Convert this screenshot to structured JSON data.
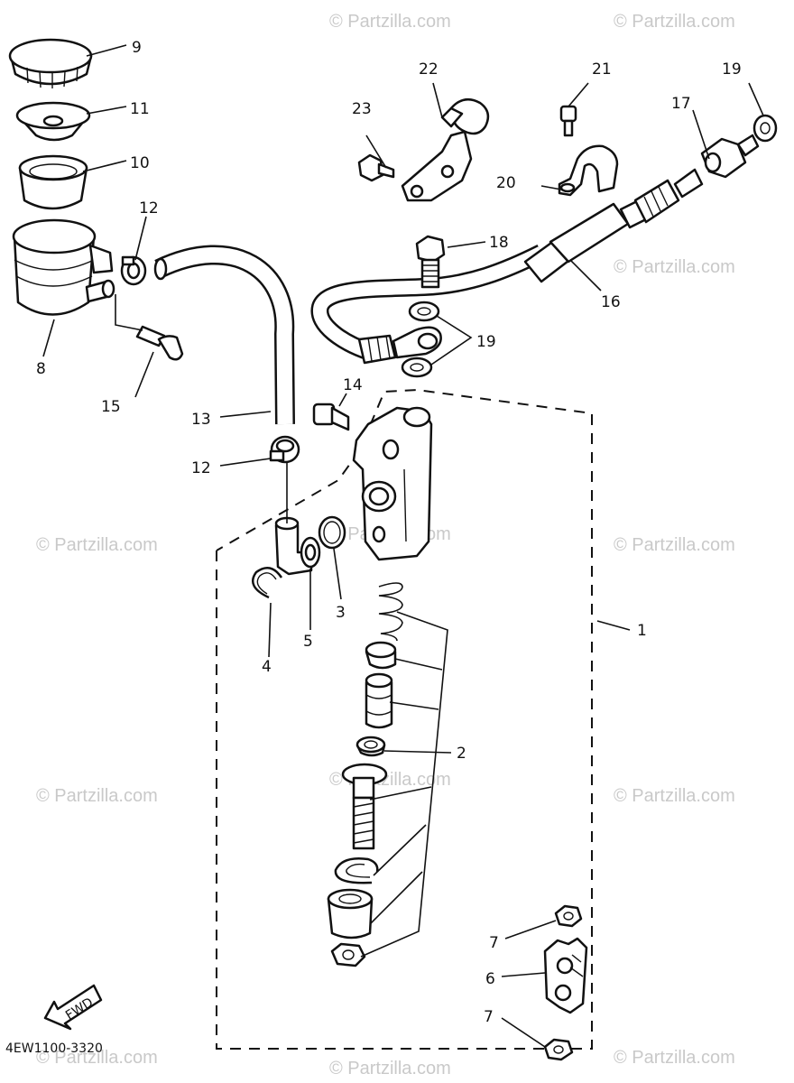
{
  "diagram_code": "4EW1100-3320",
  "fwd_label": "FWD",
  "watermark": "© Partzilla.com",
  "callouts": {
    "c1": "1",
    "c2": "2",
    "c3": "3",
    "c4": "4",
    "c5": "5",
    "c6": "6",
    "c7a": "7",
    "c7b": "7",
    "c8": "8",
    "c9": "9",
    "c10": "10",
    "c11": "11",
    "c12a": "12",
    "c12b": "12",
    "c13": "13",
    "c14": "14",
    "c15": "15",
    "c16": "16",
    "c17": "17",
    "c18": "18",
    "c19a": "19",
    "c19b": "19",
    "c20": "20",
    "c21": "21",
    "c22": "22",
    "c23": "23"
  }
}
